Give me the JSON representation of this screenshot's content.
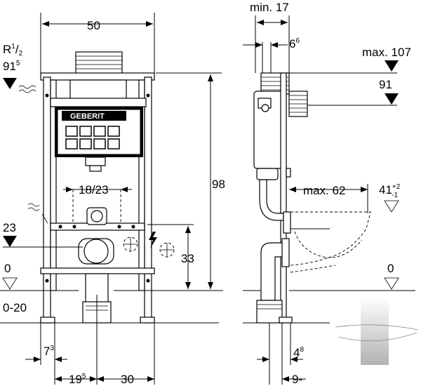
{
  "front_view": {
    "width_label": "50",
    "water_connection": {
      "thread": "R",
      "thread_size_sup": "1",
      "thread_size_sub": "2",
      "height_main": "91",
      "height_sup": "5"
    },
    "brand": "GEBERIT",
    "fixing_spacing_label": "18/23",
    "water_height_label": "23",
    "elec_height_label": "33",
    "frame_height_label": "98",
    "floor_label": "0",
    "floor_range_label": "0-20",
    "foot_dim": {
      "main": "7",
      "sup": "3"
    },
    "offset_dim": {
      "main": "19",
      "sup": "5"
    },
    "half_width_label": "30"
  },
  "side_view": {
    "min_depth_label": "min. 17",
    "top_dim": {
      "main": "6",
      "sup": "6"
    },
    "max_107_label": "max. 107",
    "level_91_label": "91",
    "max_62_label": "max. 62",
    "seat_height": {
      "main": "41",
      "sup": "+2",
      "sub": "-1"
    },
    "floor_label": "0",
    "bottom_dim": {
      "main": "4",
      "sup": "8"
    },
    "range_label": "9-"
  }
}
